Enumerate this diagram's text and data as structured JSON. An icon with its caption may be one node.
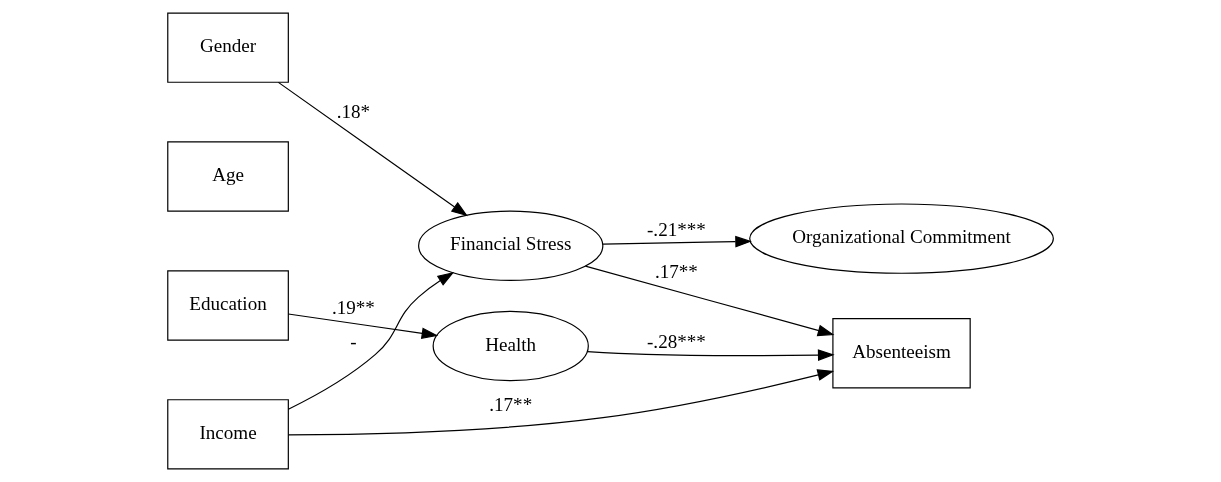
{
  "diagram": {
    "nodes": [
      {
        "text": [
          "Gender"
        ]
      },
      {
        "text": [
          "Age"
        ]
      },
      {
        "text": [
          "Education"
        ]
      },
      {
        "text": [
          "Income"
        ]
      },
      {
        "text": [
          "Financial Stress"
        ]
      },
      {
        "text": [
          "Organizational Commitment"
        ]
      },
      {
        "text": [
          "Health"
        ]
      },
      {
        "text": [
          "Absenteeism"
        ]
      }
    ],
    "edges": [
      {
        "from": 0,
        "to": 4,
        "arrow": "to",
        "label": ".18*"
      },
      {
        "from": 4,
        "to": 5,
        "arrow": "to",
        "label": "-.21***"
      },
      {
        "from": 4,
        "to": 7,
        "arrow": "to",
        "label": ".17**"
      },
      {
        "from": 2,
        "to": 6,
        "arrow": "to",
        "label": ".19**"
      },
      {
        "from": 6,
        "to": 7,
        "arrow": "to",
        "label": "-.28***"
      },
      {
        "from": 3,
        "to": 4,
        "arrow": "to",
        "label": "-"
      },
      {
        "from": 3,
        "to": 7,
        "arrow": "to",
        "label": ".17**"
      }
    ]
  }
}
